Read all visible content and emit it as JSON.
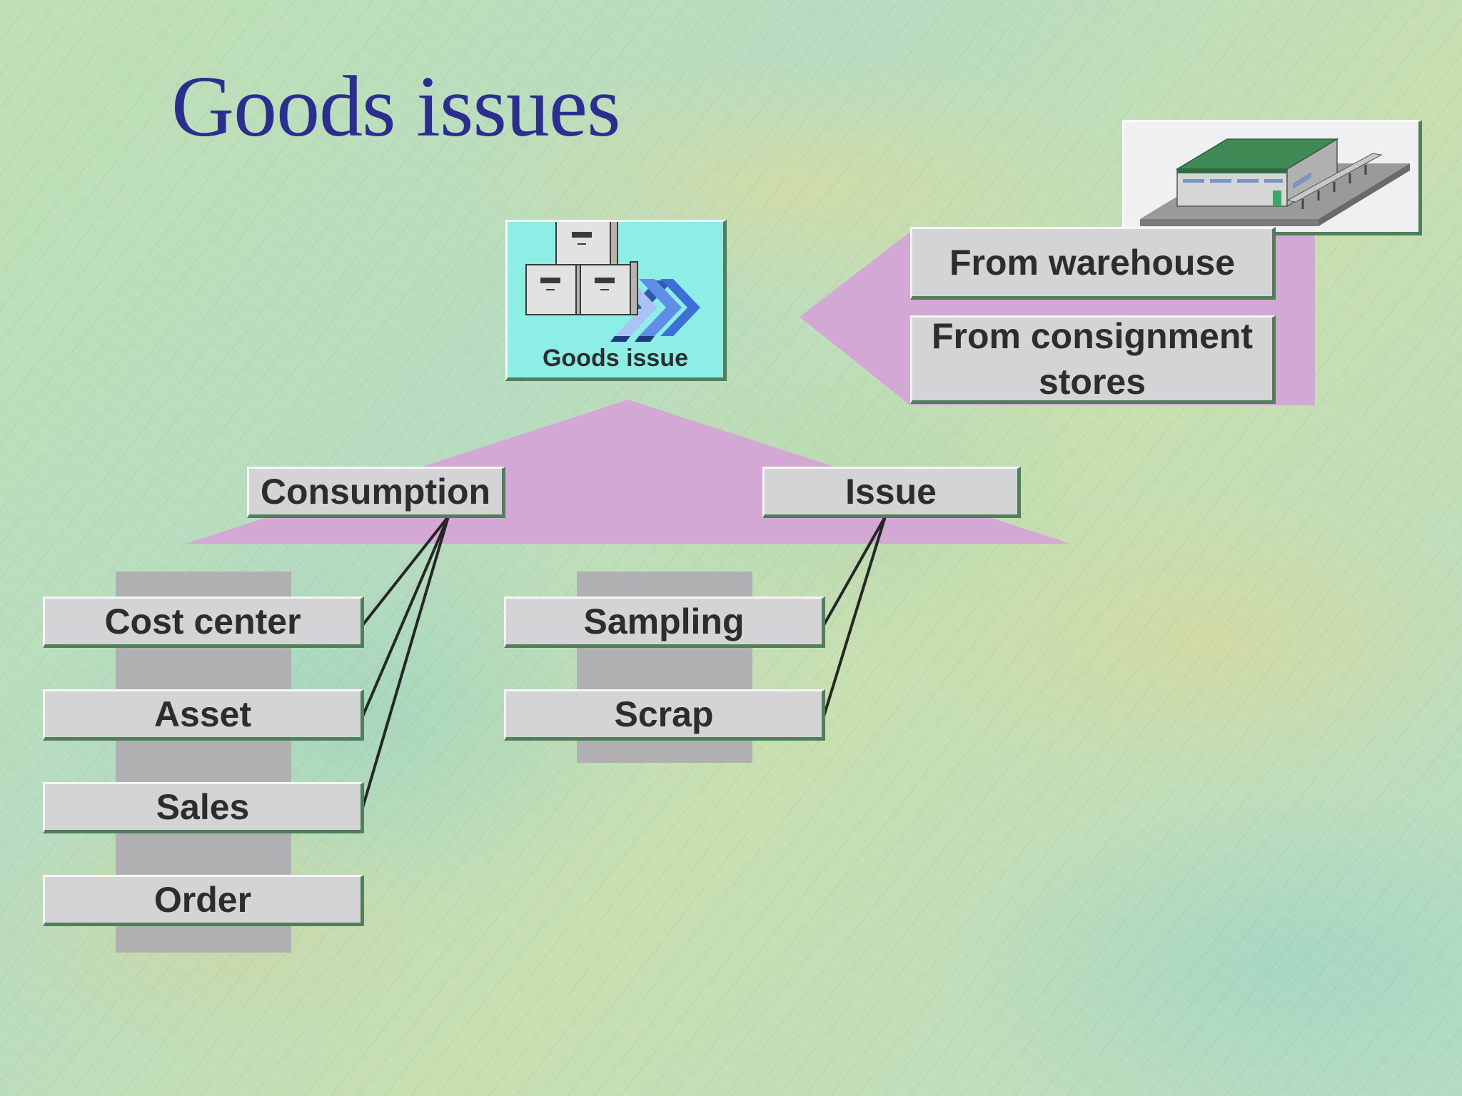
{
  "slide": {
    "title": "Goods issues"
  },
  "center": {
    "label": "Goods issue",
    "icon": "boxes-with-arrows-icon"
  },
  "sources": [
    "From warehouse",
    "From consignment stores"
  ],
  "warehouse_icon": "warehouse-icon",
  "categories": {
    "consumption": {
      "label": "Consumption",
      "items": [
        "Cost center",
        "Asset",
        "Sales",
        "Order"
      ]
    },
    "issue": {
      "label": "Issue",
      "items": [
        "Sampling",
        "Scrap"
      ]
    }
  },
  "colors": {
    "title": "#2b2e8e",
    "arrow_fill": "#d4a8d4",
    "box_fill": "#d4d4d6",
    "box_shadow": "#4f7f5b",
    "panel_fill": "#8deee6"
  }
}
